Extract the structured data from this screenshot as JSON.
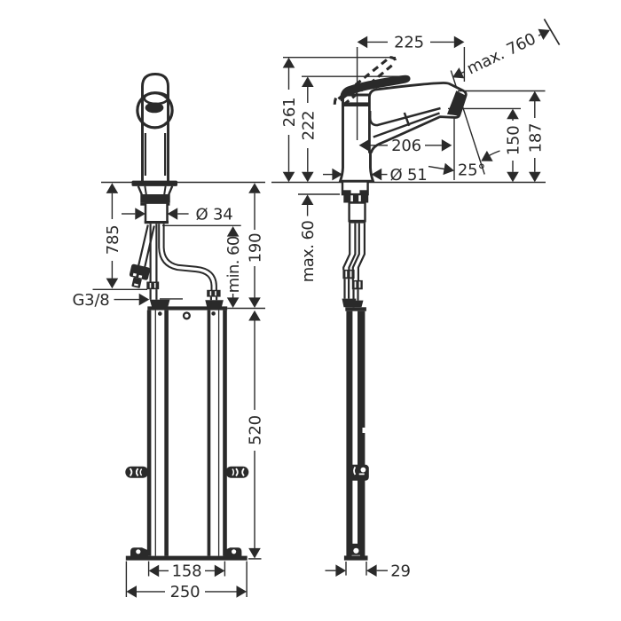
{
  "page": {
    "background": "#ffffff",
    "ink_color": "#2a2a2a",
    "description": "Technical dimension drawing of a single-lever kitchen faucet with pull-out spray: front view with under-counter hoses and mounting rail (left), side view with raised-handle dashed outline and mounting rail in profile (right)"
  },
  "labels": {
    "top_width": "225",
    "pullout_length": "max. 760",
    "height_handle_raised": "261",
    "height_handle": "222",
    "spout_reach": "206",
    "outlet_height": "150",
    "spout_height": "187",
    "spray_angle": "25°",
    "base_diameter": "Ø 51",
    "counter_thickness_max": "max. 60",
    "shank_diameter": "Ø 34",
    "hose_length": "785",
    "clearance_min": "min. 60",
    "under_counter_height": "190",
    "thread_size": "G3/8",
    "rail_height": "520",
    "rail_width": "158",
    "base_plate_width": "250",
    "rail_depth": "29"
  }
}
